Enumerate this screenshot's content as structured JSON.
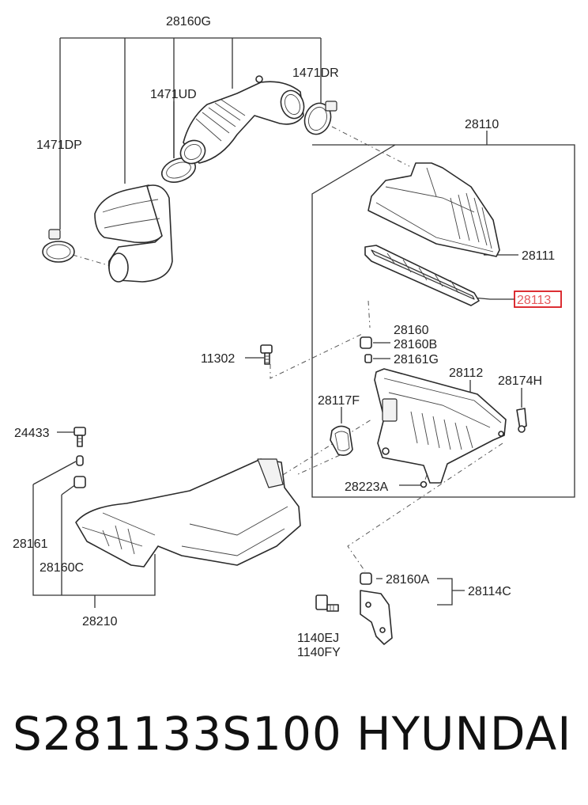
{
  "diagram": {
    "labels": {
      "l28160G": "28160G",
      "l1471DR": "1471DR",
      "l1471UD": "1471UD",
      "l1471DP": "1471DP",
      "l28110": "28110",
      "l28111": "28111",
      "l28113": "28113",
      "l28160": "28160",
      "l28160B": "28160B",
      "l28161G": "28161G",
      "l11302": "11302",
      "l28112": "28112",
      "l28174H": "28174H",
      "l28117F": "28117F",
      "l24433": "24433",
      "l28223A": "28223A",
      "l28161": "28161",
      "l28160C": "28160C",
      "l28210": "28210",
      "l28160A": "28160A",
      "l28114C": "28114C",
      "l1140EJ": "1140EJ",
      "l1140FY": "1140FY"
    },
    "highlighted_part": "28113",
    "highlight_color": "#d8181e"
  },
  "footer": {
    "part_number": "S281133S100",
    "brand": "HYUNDAI"
  }
}
